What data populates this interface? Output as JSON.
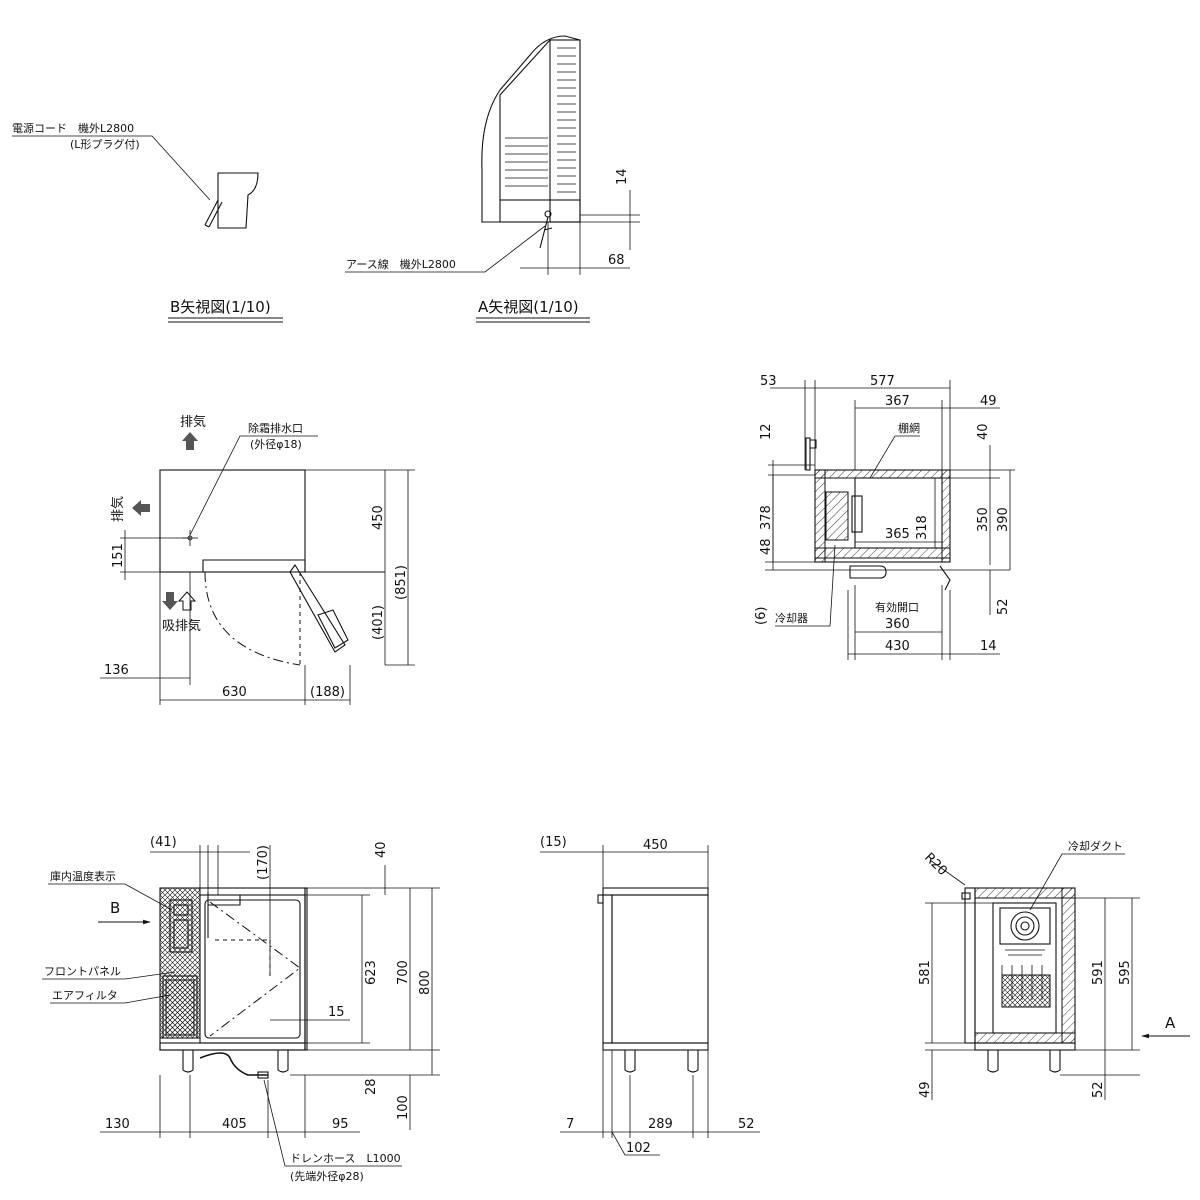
{
  "views": {
    "b_view": {
      "title": "B矢視図(1/10)",
      "cord_label": "電源コード　機外L2800",
      "cord_sub": "(L形プラグ付)"
    },
    "a_view": {
      "title": "A矢視図(1/10)",
      "earth_label": "アース線　機外L2800",
      "dim_14": "14",
      "dim_68": "68"
    },
    "top_view": {
      "exhaust_top": "排気",
      "exhaust_left": "排気",
      "intake_exhaust": "吸排気",
      "drain_outlet": "除霜排水口",
      "drain_outlet_sub": "(外径φ18)",
      "dims": {
        "d450": "450",
        "d851": "(851)",
        "d401": "(401)",
        "d151": "151",
        "d136": "136",
        "d630": "630",
        "d188": "(188)"
      }
    },
    "section_view": {
      "shelf_net": "棚網",
      "cooler": "冷却器",
      "effective_opening": "有効開口",
      "dims": {
        "d53": "53",
        "d577": "577",
        "d367": "367",
        "d49": "49",
        "d12": "12",
        "d40": "40",
        "d378": "378",
        "d318": "318",
        "d365": "365",
        "d350": "350",
        "d390": "390",
        "d48": "48",
        "d6": "(6)",
        "d52": "52",
        "d360": "360",
        "d430": "430",
        "d14": "14"
      }
    },
    "front_view": {
      "temp_display": "庫内温度表示",
      "front_panel": "フロントパネル",
      "air_filter": "エアフィルタ",
      "arrow_b": "B",
      "drain_hose": "ドレンホース　L1000",
      "drain_hose_sub": "(先端外径φ28)",
      "dims": {
        "d41": "(41)",
        "d170": "(170)",
        "d40": "40",
        "d623": "623",
        "d700": "700",
        "d800": "800",
        "d15": "15",
        "d28": "28",
        "d100": "100",
        "d130": "130",
        "d405": "405",
        "d95": "95"
      }
    },
    "side_view": {
      "dims": {
        "d15": "(15)",
        "d450": "450",
        "d7": "7",
        "d289": "289",
        "d52": "52",
        "d102": "102"
      }
    },
    "rear_view": {
      "r20": "R20",
      "cooling_duct": "冷却ダクト",
      "arrow_a": "A",
      "dims": {
        "d581": "581",
        "d591": "591",
        "d595": "595",
        "d49": "49",
        "d52": "52"
      }
    }
  },
  "colors": {
    "line": "#111111",
    "background": "#ffffff"
  }
}
